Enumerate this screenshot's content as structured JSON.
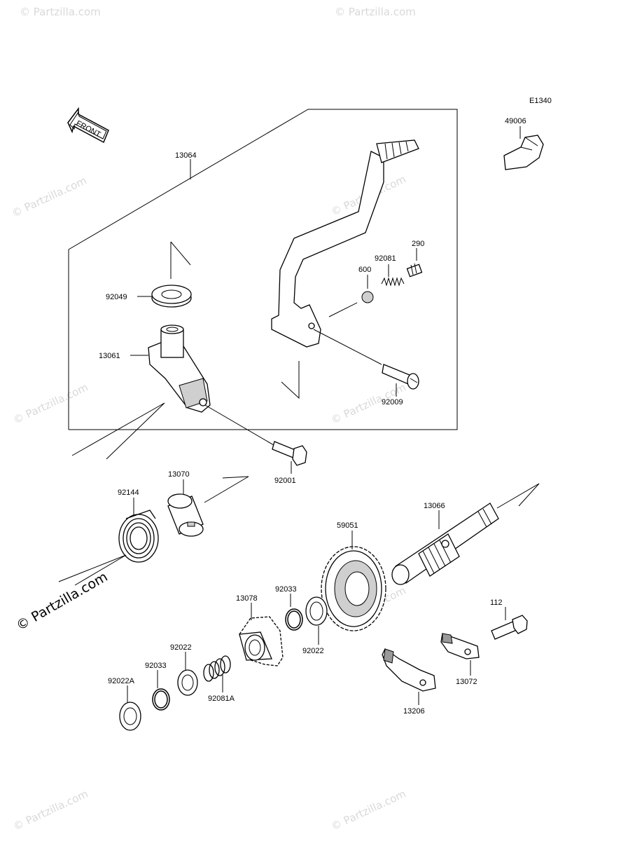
{
  "diagram_code": "E1340",
  "front_label": "FRONT",
  "watermark": "© Partzilla.com",
  "parts": [
    {
      "id": "p49006",
      "number": "49006"
    },
    {
      "id": "p13064",
      "number": "13064"
    },
    {
      "id": "p290",
      "number": "290"
    },
    {
      "id": "p92081",
      "number": "92081"
    },
    {
      "id": "p600",
      "number": "600"
    },
    {
      "id": "p92049",
      "number": "92049"
    },
    {
      "id": "p13061",
      "number": "13061"
    },
    {
      "id": "p92009",
      "number": "92009"
    },
    {
      "id": "p92001",
      "number": "92001"
    },
    {
      "id": "p13070",
      "number": "13070"
    },
    {
      "id": "p92144",
      "number": "92144"
    },
    {
      "id": "p13066",
      "number": "13066"
    },
    {
      "id": "p59051",
      "number": "59051"
    },
    {
      "id": "p13078",
      "number": "13078"
    },
    {
      "id": "p92033a",
      "number": "92033"
    },
    {
      "id": "p92022a",
      "number": "92022"
    },
    {
      "id": "p112",
      "number": "112"
    },
    {
      "id": "p92022b",
      "number": "92022"
    },
    {
      "id": "p92033b",
      "number": "92033"
    },
    {
      "id": "p92022A",
      "number": "92022A"
    },
    {
      "id": "p92081A",
      "number": "92081A"
    },
    {
      "id": "p13072",
      "number": "13072"
    },
    {
      "id": "p13206",
      "number": "13206"
    }
  ]
}
